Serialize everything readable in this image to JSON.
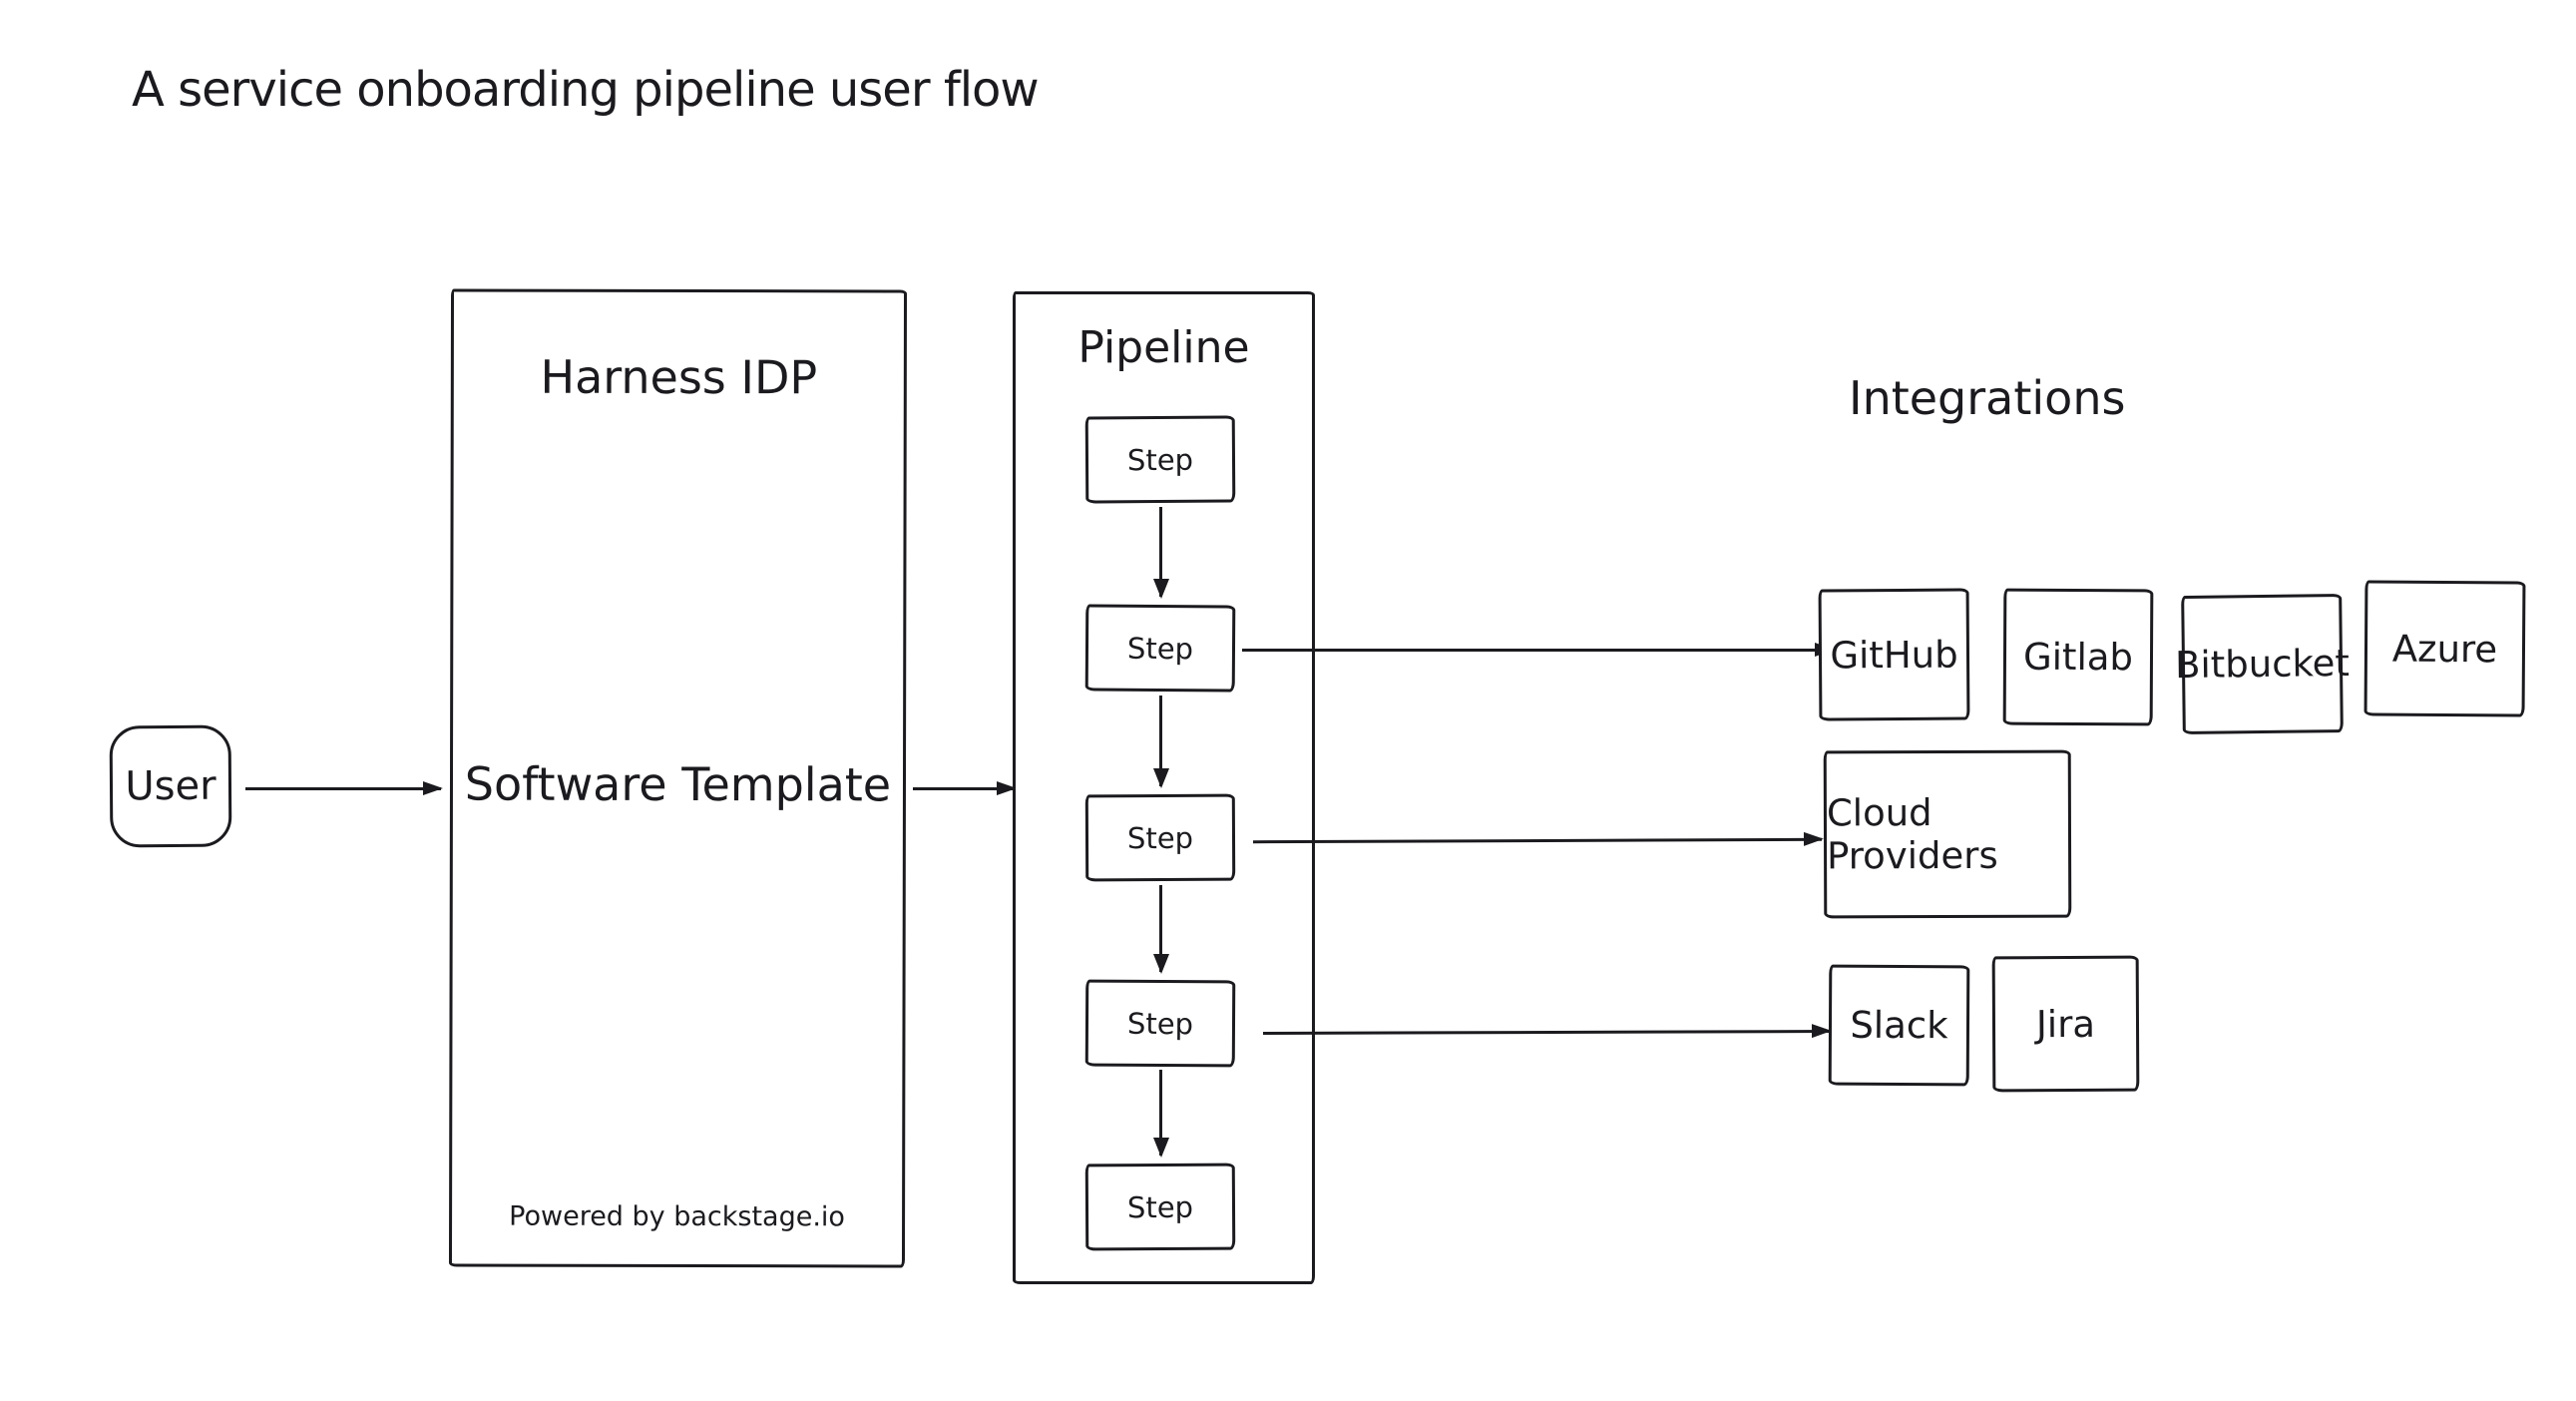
{
  "diagram": {
    "title": "A service onboarding pipeline user flow"
  },
  "user": {
    "label": "User"
  },
  "harness": {
    "title": "Harness IDP",
    "center_label": "Software Template",
    "footer": "Powered by backstage.io"
  },
  "pipeline": {
    "title": "Pipeline",
    "steps": [
      "Step",
      "Step",
      "Step",
      "Step",
      "Step"
    ]
  },
  "integrations": {
    "title": "Integrations",
    "source_control": [
      "GitHub",
      "Gitlab",
      "Bitbucket",
      "Azure"
    ],
    "cloud": "Cloud Providers",
    "collaboration": [
      "Slack",
      "Jira"
    ]
  },
  "colors": {
    "ink": "#1b1b1f",
    "background": "#ffffff"
  }
}
